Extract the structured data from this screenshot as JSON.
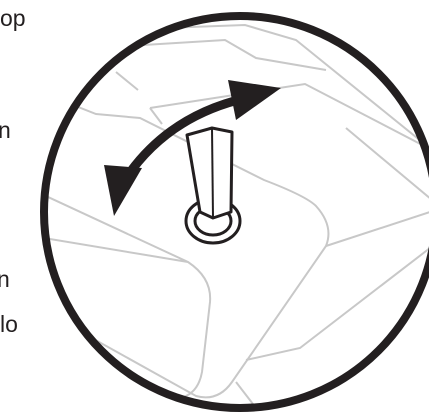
{
  "text_fragments": [
    "op",
    "n",
    "n",
    "lo"
  ],
  "icons": [
    "device-tray-outline",
    "latch-lever-icon",
    "rotate-double-arrow-icon"
  ],
  "colors": {
    "line": "#231f20",
    "light_line": "#c8c8c8",
    "background": "#ffffff"
  }
}
